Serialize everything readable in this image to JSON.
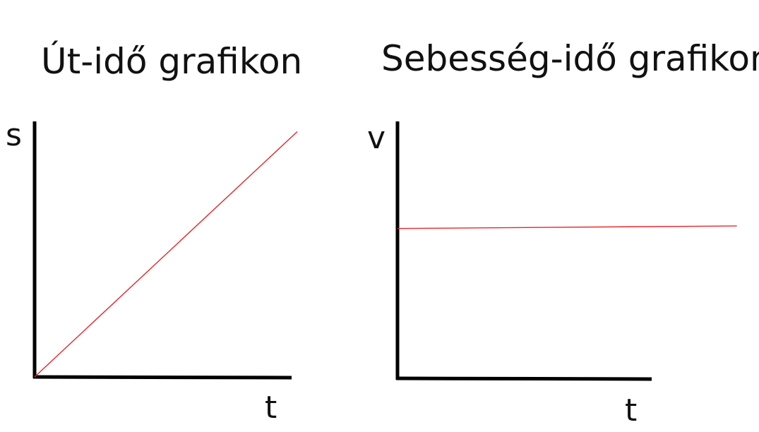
{
  "chart_data": [
    {
      "type": "line",
      "title": "Út-idő grafikon",
      "xlabel": "t",
      "ylabel": "s",
      "xlim": [
        0,
        1
      ],
      "ylim": [
        0,
        1
      ],
      "ticks": false,
      "grid": false,
      "series": [
        {
          "x": [
            0,
            1
          ],
          "y": [
            0,
            0.96
          ]
        }
      ],
      "colors": {
        "line": "#e8262b",
        "axis": "#000000"
      }
    },
    {
      "type": "line",
      "title": "Sebesség-idő grafikon",
      "xlabel": "t",
      "ylabel": "v",
      "xlim": [
        0,
        1
      ],
      "ylim": [
        0,
        1
      ],
      "ticks": false,
      "grid": false,
      "series": [
        {
          "x": [
            0,
            1.35
          ],
          "y": [
            0.58,
            0.59
          ]
        }
      ],
      "colors": {
        "line": "#e8262b",
        "axis": "#000000"
      }
    }
  ]
}
